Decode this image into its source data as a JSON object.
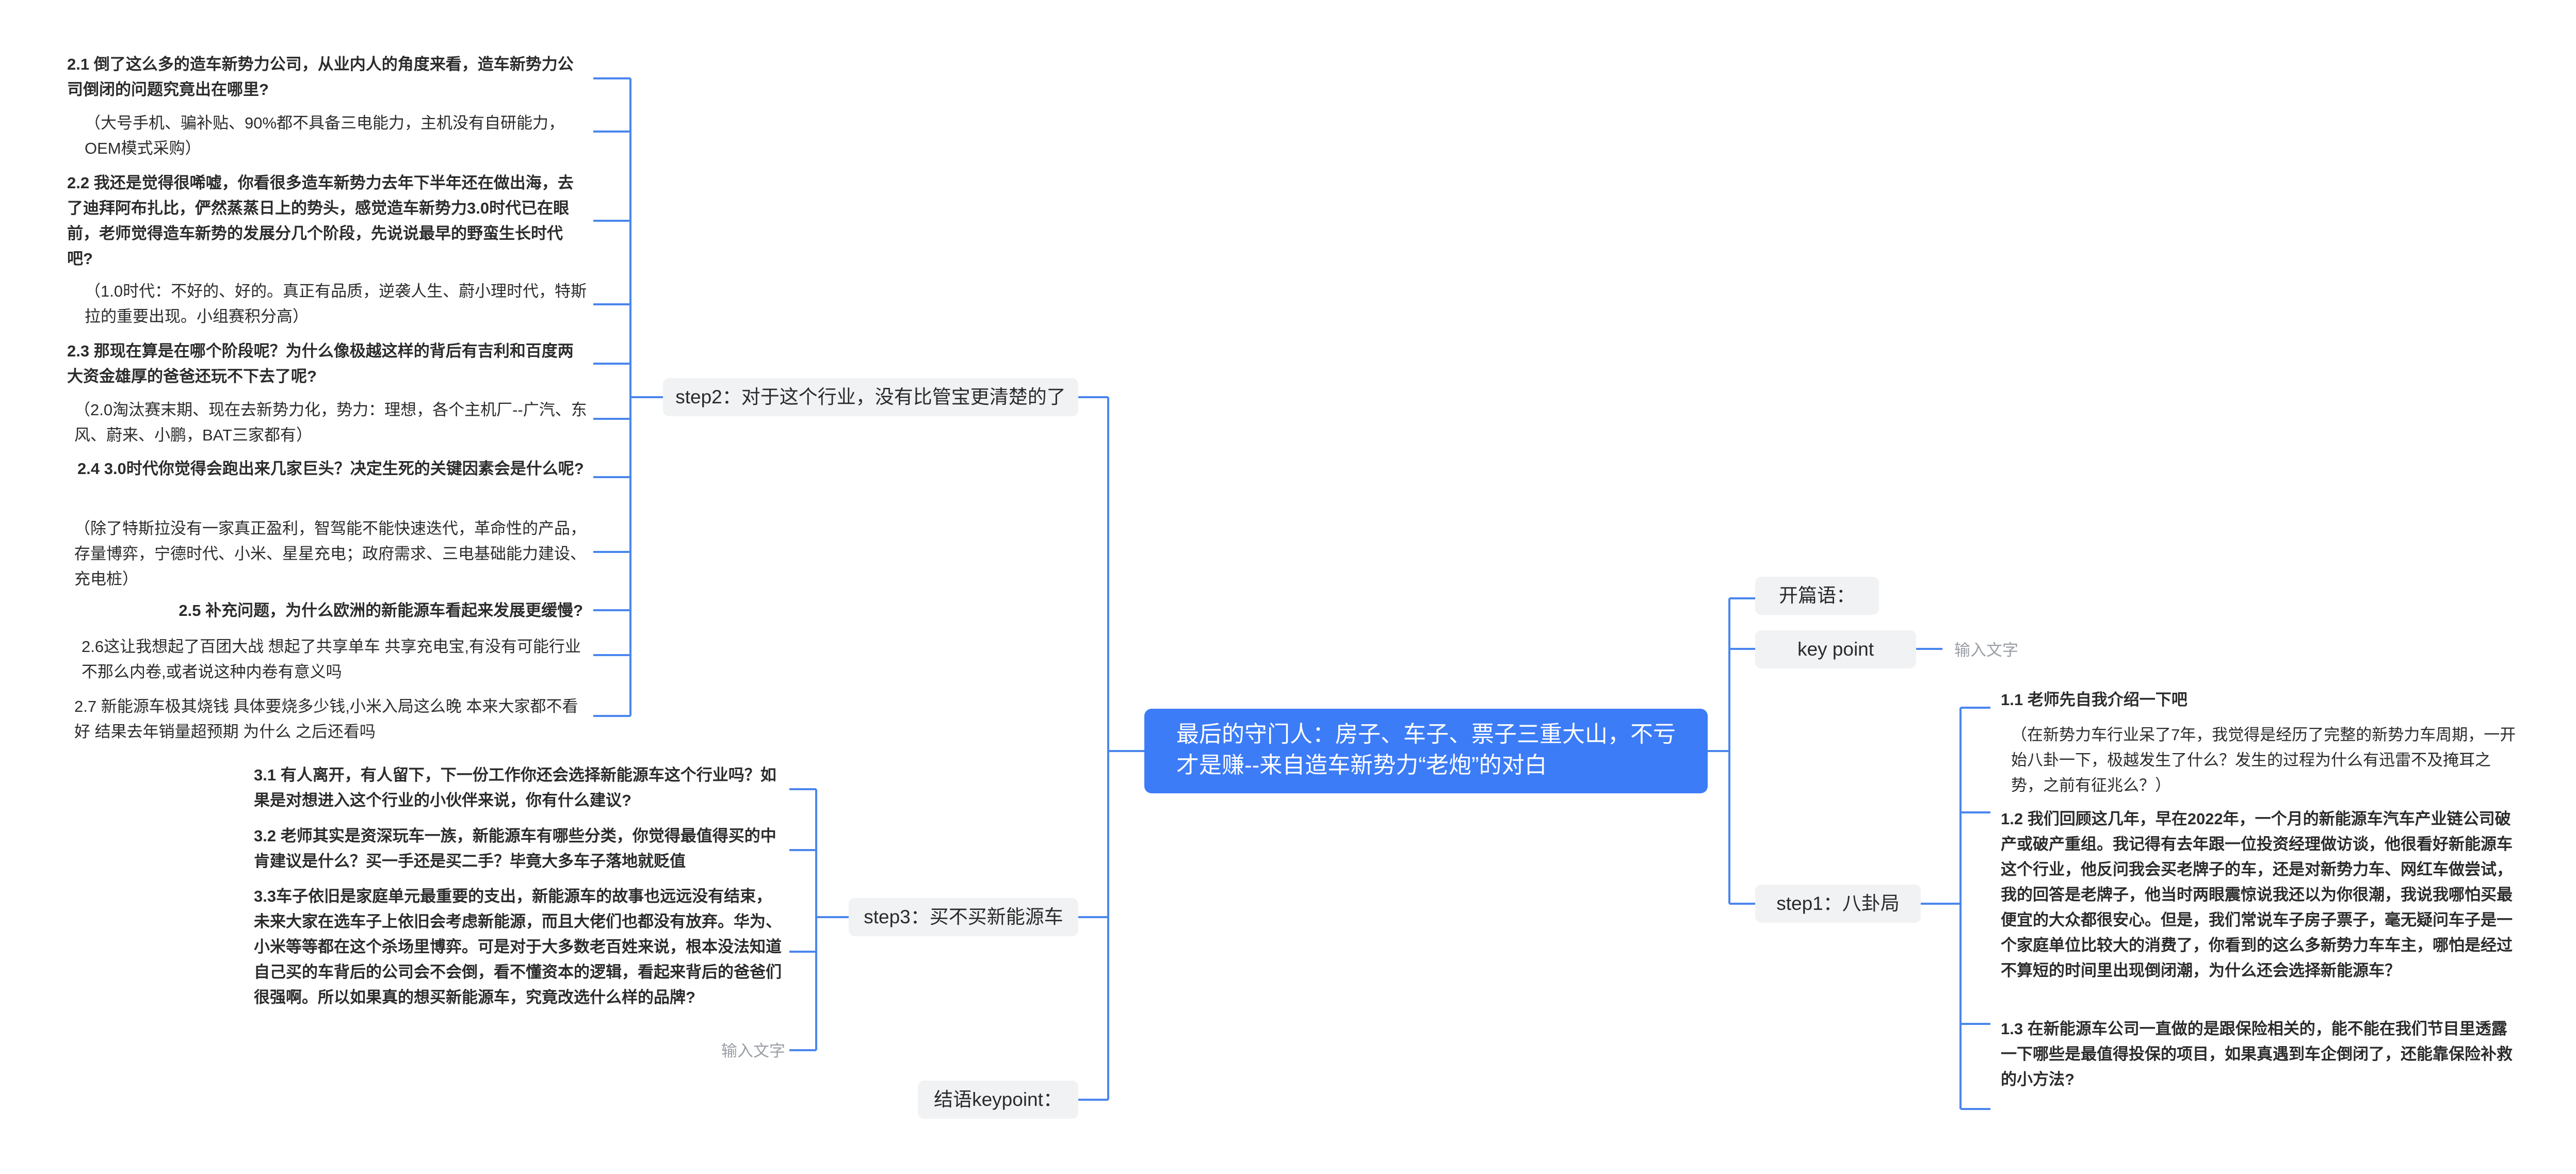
{
  "root": {
    "title": "最后的守门人：房子、车子、票子三重大山，不亏才是赚--来自造车新势力“老炮”的对白"
  },
  "right": {
    "opening": {
      "label": "开篇语："
    },
    "key_point": {
      "label": "key point",
      "child": "输入文字"
    },
    "step1": {
      "label": "step1：八卦局",
      "items": [
        "1.1 老师先自我介绍一下吧",
        "（在新势力车行业呆了7年，我觉得是经历了完整的新势力车周期，一开始八卦一下，极越发生了什么？发生的过程为什么有迅雷不及掩耳之势，之前有征兆么？）",
        "1.2 我们回顾这几年，早在2022年，一个月的新能源车汽车产业链公司破产或破产重组。我记得有去年跟一位投资经理做访谈，他很看好新能源车这个行业，他反问我会买老牌子的车，还是对新势力车、网红车做尝试，我的回答是老牌子，他当时两眼震惊说我还以为你很潮，我说我哪怕买最便宜的大众都很安心。但是，我们常说车子房子票子，毫无疑问车子是一个家庭单位比较大的消费了，你看到的这么多新势力车车主，哪怕是经过不算短的时间里出现倒闭潮，为什么还会选择新能源车？",
        "1.3 在新能源车公司一直做的是跟保险相关的，能不能在我们节目里透露一下哪些是最值得投保的项目，如果真遇到车企倒闭了，还能靠保险补救的小方法?"
      ]
    }
  },
  "left": {
    "step2": {
      "label": "step2：对于这个行业，没有比管宝更清楚的了",
      "items": [
        "2.1 倒了这么多的造车新势力公司，从业内人的角度来看，造车新势力公司倒闭的问题究竟出在哪里?",
        "（大号手机、骗补贴、90%都不具备三电能力，主机没有自研能力，OEM模式采购）",
        "2.2 我还是觉得很唏嘘，你看很多造车新势力去年下半年还在做出海，去了迪拜阿布扎比，俨然蒸蒸日上的势头，感觉造车新势力3.0时代已在眼前，老师觉得造车新势的发展分几个阶段，先说说最早的野蛮生长时代吧?",
        "（1.0时代：不好的、好的。真正有品质，逆袭人生、蔚小理时代，特斯拉的重要出现。小组赛积分高）",
        "2.3 那现在算是在哪个阶段呢？为什么像极越这样的背后有吉利和百度两大资金雄厚的爸爸还玩不下去了呢?",
        "（2.0淘汰赛末期、现在去新势力化，势力：理想，各个主机厂--广汽、东风、蔚来、小鹏，BAT三家都有）",
        "2.4 3.0时代你觉得会跑出来几家巨头？决定生死的关键因素会是什么呢?",
        "（除了特斯拉没有一家真正盈利，智驾能不能快速迭代，革命性的产品，存量博弈，宁德时代、小米、星星充电；政府需求、三电基础能力建设、充电桩）",
        "2.5 补充问题，为什么欧洲的新能源车看起来发展更缓慢?",
        "2.6这让我想起了百团大战 想起了共享单车 共享充电宝,有没有可能行业不那么内卷,或者说这种内卷有意义吗",
        "2.7 新能源车极其烧钱 具体要烧多少钱,小米入局这么晚 本来大家都不看好 结果去年销量超预期 为什么 之后还看吗"
      ]
    },
    "step3": {
      "label": "step3：买不买新能源车",
      "items": [
        "3.1 有人离开，有人留下，下一份工作你还会选择新能源车这个行业吗？如果是对想进入这个行业的小伙伴来说，你有什么建议?",
        "3.2 老师其实是资深玩车一族，新能源车有哪些分类，你觉得最值得买的中肯建议是什么？买一手还是买二手？毕竟大多车子落地就贬值",
        "3.3车子依旧是家庭单元最重要的支出，新能源车的故事也远远没有结束，未来大家在选车子上依旧会考虑新能源，而且大佬们也都没有放弃。华为、小米等等都在这个杀场里博弈。可是对于大多数老百姓来说，根本没法知道自己买的车背后的公司会不会倒，看不懂资本的逻辑，看起来背后的爸爸们很强啊。所以如果真的想买新能源车，究竟改选什么样的品牌?",
        "输入文字"
      ]
    },
    "closing": {
      "label": "结语keypoint："
    }
  },
  "colors": {
    "root_bg": "#3C7CF7",
    "line": "#4A86EE",
    "branch_bg": "#F1F2F4"
  }
}
